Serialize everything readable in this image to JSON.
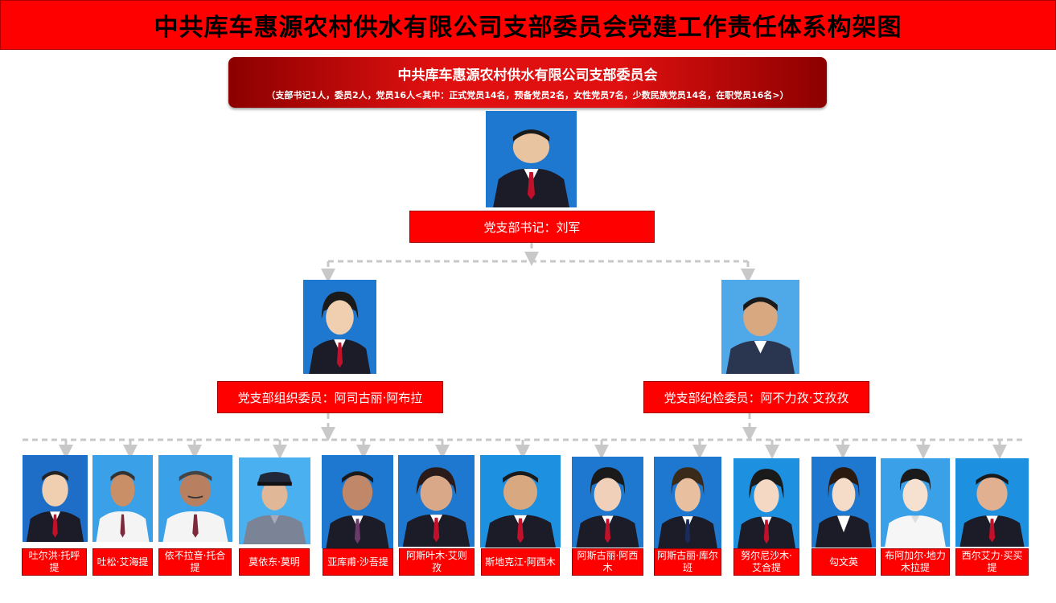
{
  "title": "中共库车惠源农村供水有限公司支部委员会党建工作责任体系构架图",
  "organization": {
    "name": "中共库车惠源农村供水有限公司支部委员会",
    "stats": "（支部书记1人，委员2人，党员16人<其中：正式党员14名，预备党员2名，女性党员7名，少数民族党员14名，在职党员16名>）"
  },
  "secretary": {
    "label": "党支部书记：刘军"
  },
  "committee": [
    {
      "label": "党支部组织委员：阿司古丽·阿布拉"
    },
    {
      "label": "党支部纪检委员：阿不力孜·艾孜孜"
    }
  ],
  "members": [
    {
      "label": "吐尔洪·托呼提"
    },
    {
      "label": "吐松·艾海提"
    },
    {
      "label": "依不拉音·托合提"
    },
    {
      "label": "莫依东·莫明"
    },
    {
      "label": "亚库甫·沙吾提"
    },
    {
      "label": "阿斯叶木·艾则孜"
    },
    {
      "label": "斯地克江·阿西木"
    },
    {
      "label": "阿斯古丽·阿西木"
    },
    {
      "label": "阿斯古丽·库尔班"
    },
    {
      "label": "努尔尼沙木·艾合提"
    },
    {
      "label": "勾文英"
    },
    {
      "label": "布阿加尔·地力木拉提"
    },
    {
      "label": "西尔艾力·买买提"
    }
  ],
  "colors": {
    "title_bg": "#ff0000",
    "box_bg": "#ff0000",
    "photo_bg": "#1e78d0",
    "connector": "#c8c8c8"
  }
}
